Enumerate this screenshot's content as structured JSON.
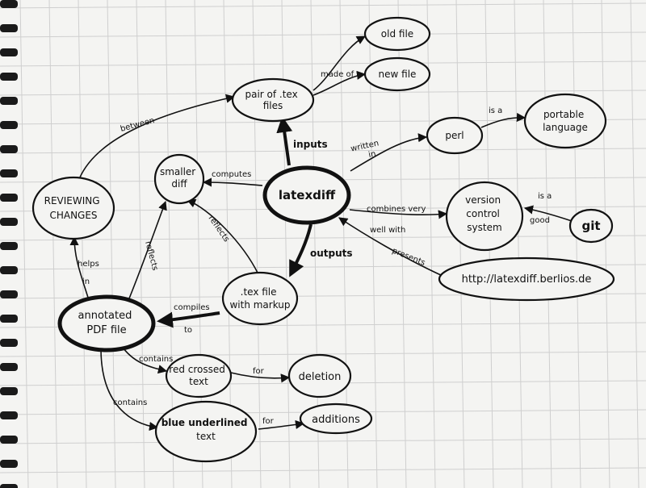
{
  "nodes": {
    "latexdiff": "latexdiff",
    "old_file": "old file",
    "new_file": "new file",
    "pair_tex": [
      "pair of .tex",
      "files"
    ],
    "perl": "perl",
    "portable_language": [
      "portable",
      "language"
    ],
    "smaller_diff": [
      "smaller",
      "diff"
    ],
    "reviewing_changes": [
      "REVIEWING",
      "CHANGES"
    ],
    "version_control": [
      "version",
      "control",
      "system"
    ],
    "git": "git",
    "url": "http://latexdiff.berlios.de",
    "tex_file_markup": [
      ".tex file",
      "with markup"
    ],
    "annotated_pdf": [
      "annotated",
      "PDF file"
    ],
    "red_crossed": [
      "red crossed",
      "text"
    ],
    "deletion": "deletion",
    "blue_underlined": [
      "blue underlined",
      "text"
    ],
    "additions": "additions"
  },
  "edges": {
    "made_of": "made of",
    "between": "between",
    "inputs": "inputs",
    "written_in": [
      "written",
      "in"
    ],
    "is_a": "is a",
    "computes": "computes",
    "combines_with": [
      "combines very",
      "well with"
    ],
    "is_a_good": [
      "is a",
      "good"
    ],
    "presents": "presents",
    "outputs": "outputs",
    "reflects_1": "reflects",
    "reflects_2": "reflects",
    "helps_in": [
      "helps",
      "in"
    ],
    "compiles_to": [
      "compiles",
      "to"
    ],
    "contains_1": "contains",
    "contains_2": "contains",
    "for_1": "for",
    "for_2": "for"
  }
}
